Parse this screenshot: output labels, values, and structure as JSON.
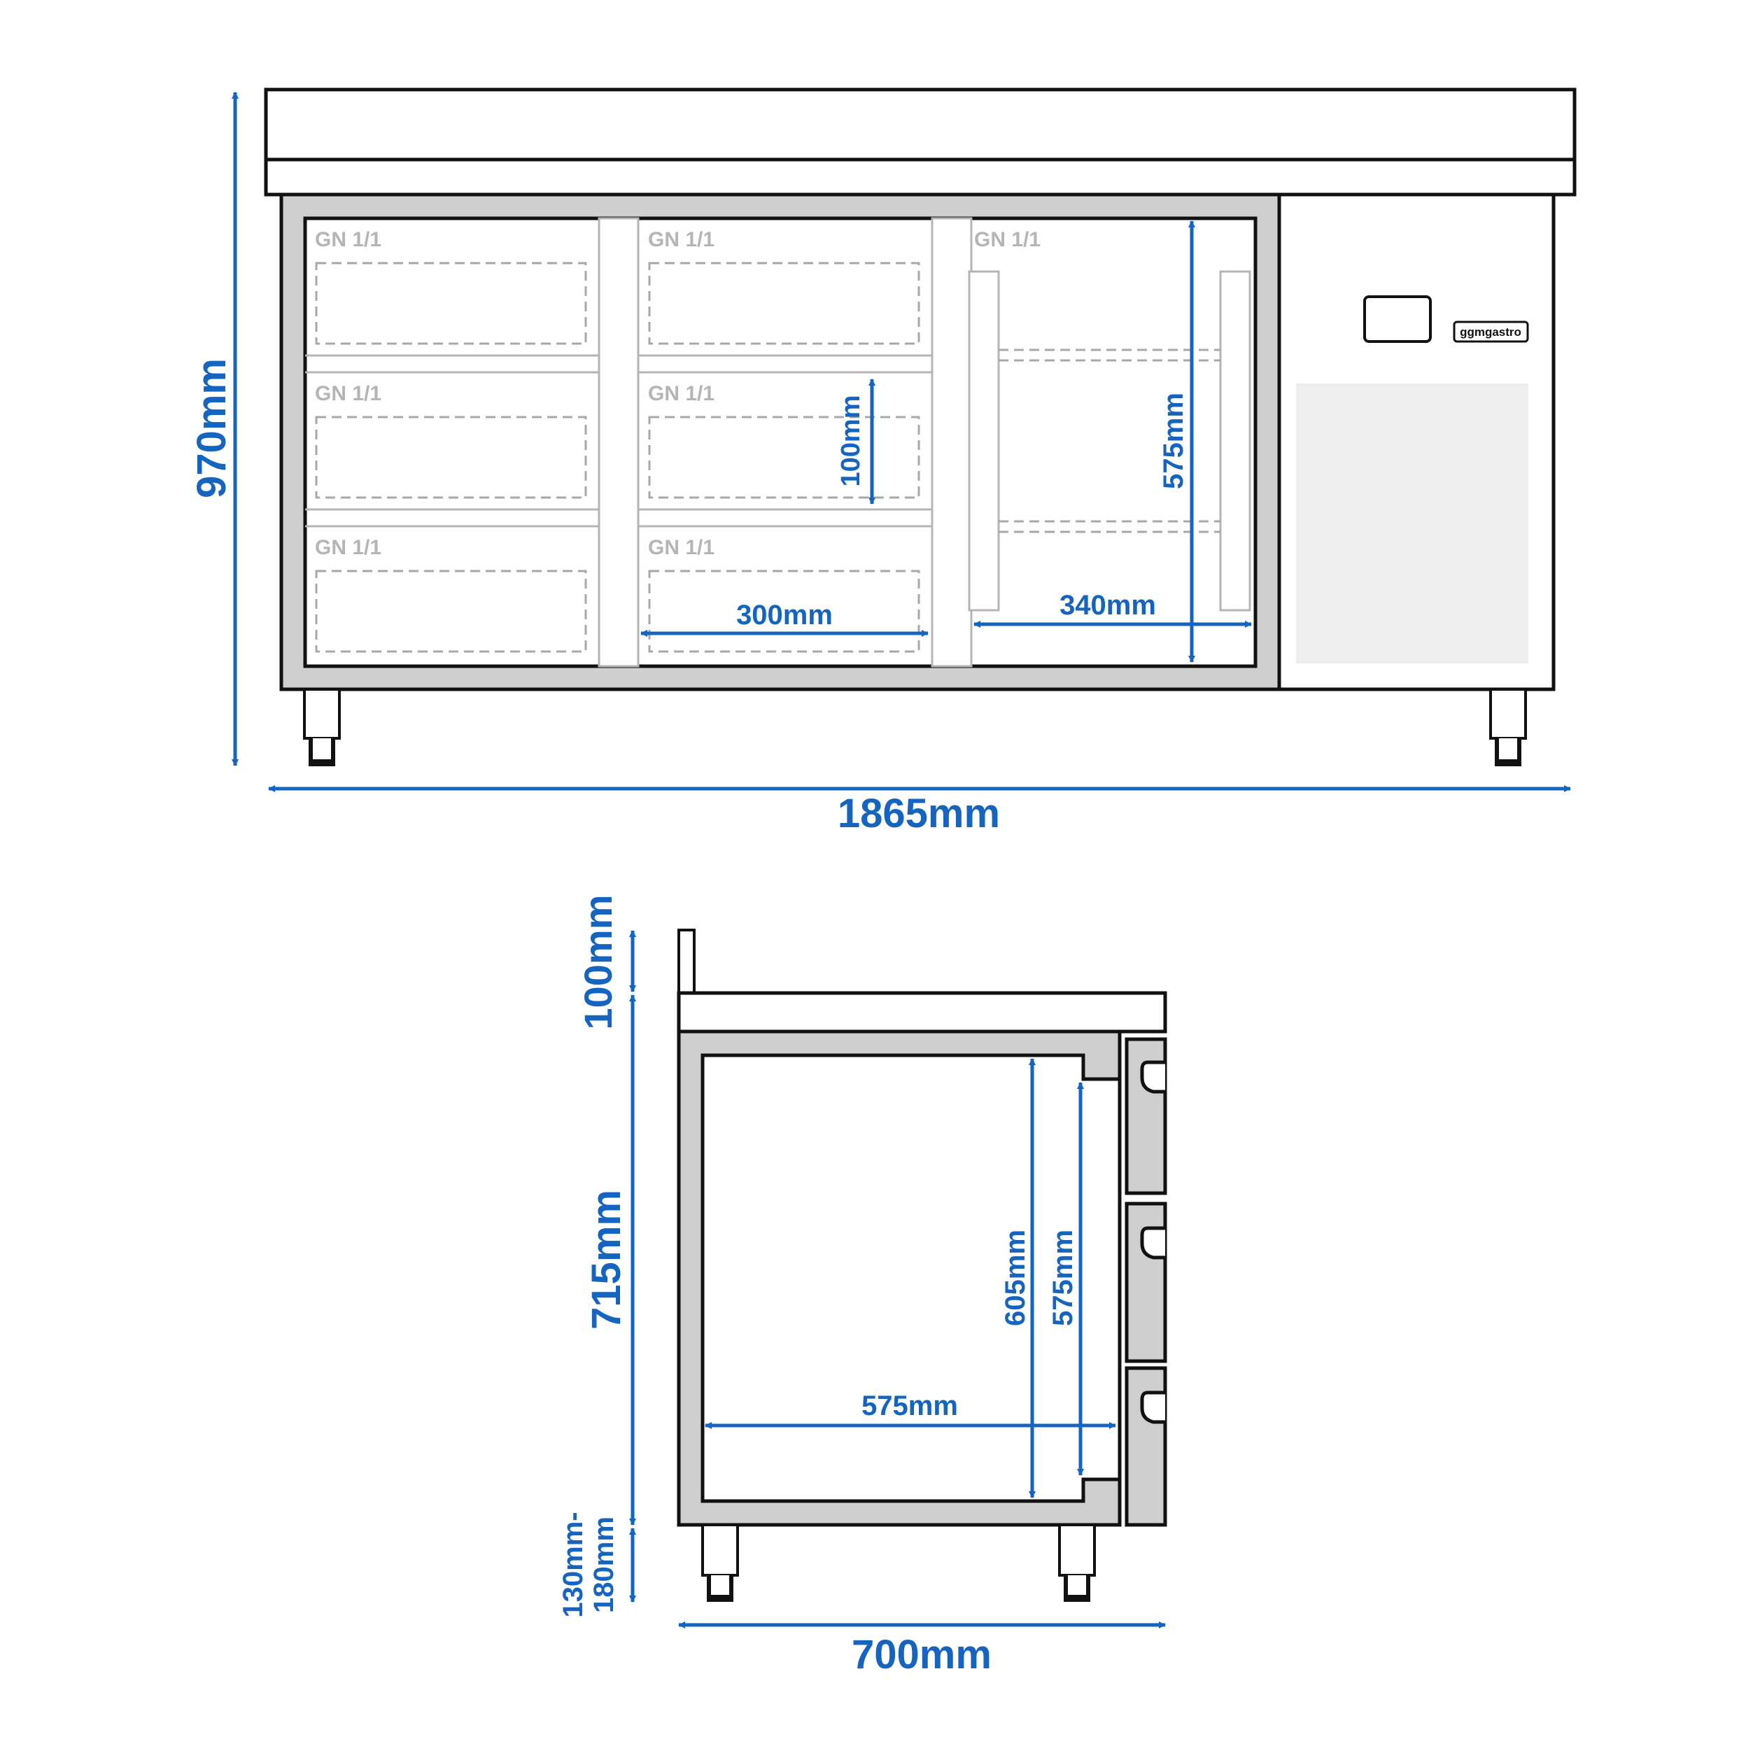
{
  "colors": {
    "dimension": "#1565c0",
    "outline": "#111111",
    "steel": "#cfcfcf",
    "panel": "#eeeeee",
    "pan_label": "#b5b5b5"
  },
  "front_view": {
    "height_label": "970mm",
    "width_label": "1865mm",
    "pan_labels": [
      "GN 1/1",
      "GN 1/1",
      "GN 1/1",
      "GN 1/1",
      "GN 1/1",
      "GN 1/1",
      "GN 1/1"
    ],
    "pan_height_label": "100mm",
    "pan_width_label": "300mm",
    "drawer_width_label": "340mm",
    "drawer_height_label": "575mm",
    "brand": "ggmgastro"
  },
  "side_view": {
    "upstand_label": "100mm",
    "body_label": "715mm",
    "leg_label_line1": "130mm-",
    "leg_label_line2": "180mm",
    "depth_label": "700mm",
    "interior_width_label": "575mm",
    "interior_height_label": "605mm",
    "door_height_label": "575mm"
  }
}
